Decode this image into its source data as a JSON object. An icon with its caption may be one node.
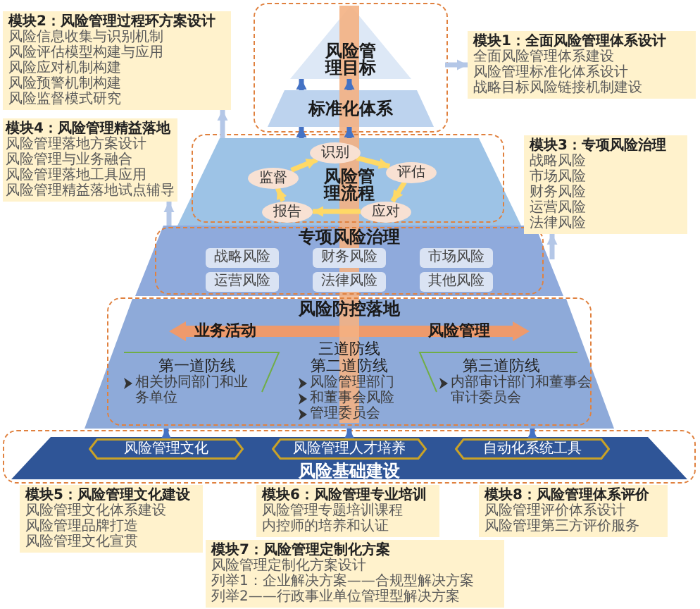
{
  "diagram": {
    "nodes": [
      {
        "text": [
          "模块2：风险管理过程环方案设计",
          "风险信息收集与识别机制",
          "风险评估模型构建与应用",
          "风险应对机制构建",
          "风险预警机制构建",
          "风险监督模式研究"
        ]
      },
      {
        "text": [
          "模块1：全面风险管理体系设计",
          "全面风险管理体系建设",
          "风险管理标准化体系设计",
          "战略目标风险链接机制建设"
        ]
      },
      {
        "text": [
          "模块4：风险管理精益落地",
          "风险管理落地方案设计",
          "风险管理与业务融合",
          "风险管理落地工具应用",
          "风险管理精益落地试点辅导"
        ]
      },
      {
        "text": [
          "模块3：专项风险治理",
          "战略风险",
          "市场风险",
          "财务风险",
          "运营风险",
          "法律风险"
        ]
      },
      {
        "text": [
          "风险管理目标"
        ]
      },
      {
        "text": [
          "标准化体系"
        ]
      },
      {
        "text": [
          "风险管理流程"
        ]
      },
      {
        "text": [
          "识别"
        ],
        "in": 6
      },
      {
        "text": [
          "评估"
        ],
        "in": 6
      },
      {
        "text": [
          "应对"
        ],
        "in": 6
      },
      {
        "text": [
          "报告"
        ],
        "in": 6
      },
      {
        "text": [
          "监督"
        ],
        "in": 6
      },
      {
        "text": [
          "专项风险治理"
        ]
      },
      {
        "text": [
          "战略风险"
        ],
        "in": 12
      },
      {
        "text": [
          "财务风险"
        ],
        "in": 12
      },
      {
        "text": [
          "市场风险"
        ],
        "in": 12
      },
      {
        "text": [
          "运营风险"
        ],
        "in": 12
      },
      {
        "text": [
          "法律风险"
        ],
        "in": 12
      },
      {
        "text": [
          "其他风险"
        ],
        "in": 12
      },
      {
        "text": [
          "风险防控落地",
          "业务活动",
          "风险管理",
          "三道防线",
          "第一道防线",
          "相关协同部门和业务单位",
          "第二道防线",
          "风险管理部门",
          "和董事会风险",
          "管理委员会",
          "第三道防线",
          "内部审计部门和董事会审计委员会"
        ]
      },
      {
        "text": [
          "风险基础建设"
        ]
      },
      {
        "text": [
          "风险管理文化"
        ],
        "in": 20
      },
      {
        "text": [
          "风险管理人才培养"
        ],
        "in": 20
      },
      {
        "text": [
          "自动化系统工具"
        ],
        "in": 20
      },
      {
        "text": [
          "模块5：风险管理文化建设",
          "风险管理文化体系建设",
          "风险管理品牌打造",
          "风险管理文化宣贯"
        ]
      },
      {
        "text": [
          "模块6：风险管理专业培训",
          "风险管理专题培训课程",
          "内控师的培养和认证"
        ]
      },
      {
        "text": [
          "模块8：风险管理体系评价",
          "风险管理评价体系设计",
          "风险管理第三方评价服务"
        ]
      },
      {
        "text": [
          "模块7：风险管理定制化方案",
          "风险管理定制化方案设计",
          "列举1：企业解决方案——合规型解决方案",
          "列举2——行政事业单位管理型解决方案"
        ]
      }
    ],
    "edges": [
      {
        "from": 6,
        "to": 0,
        "arrow": "to",
        "color": "#b4c7e7"
      },
      {
        "from": null,
        "to": 1,
        "arrow": "to",
        "color": "#b4c7e7"
      },
      {
        "from": 12,
        "to": 2,
        "arrow": "to",
        "color": "#b4c7e7"
      },
      {
        "from": 12,
        "to": 3,
        "arrow": "to",
        "color": "#b4c7e7"
      },
      {
        "from": 5,
        "to": 4,
        "arrow": "to"
      },
      {
        "from": 5,
        "to": 4,
        "arrow": "to"
      },
      {
        "from": 6,
        "to": 5,
        "arrow": "to"
      },
      {
        "from": 6,
        "to": 5,
        "arrow": "to"
      },
      {
        "from": 20,
        "to": 19,
        "arrow": "to"
      },
      {
        "from": 20,
        "to": 19,
        "arrow": "to"
      },
      {
        "from": 20,
        "to": 19,
        "arrow": "to"
      },
      {
        "from": 10,
        "to": 11,
        "arrow": "to",
        "color": "#ffd966"
      },
      {
        "from": 11,
        "to": 7,
        "arrow": "to",
        "color": "#ffd966"
      },
      {
        "from": 7,
        "to": 8,
        "arrow": "to",
        "color": "#ffd966"
      },
      {
        "from": 8,
        "to": 9,
        "arrow": "to",
        "color": "#ffd966"
      },
      {
        "from": 9,
        "to": 10,
        "arrow": "to",
        "color": "#ffd966"
      }
    ]
  }
}
